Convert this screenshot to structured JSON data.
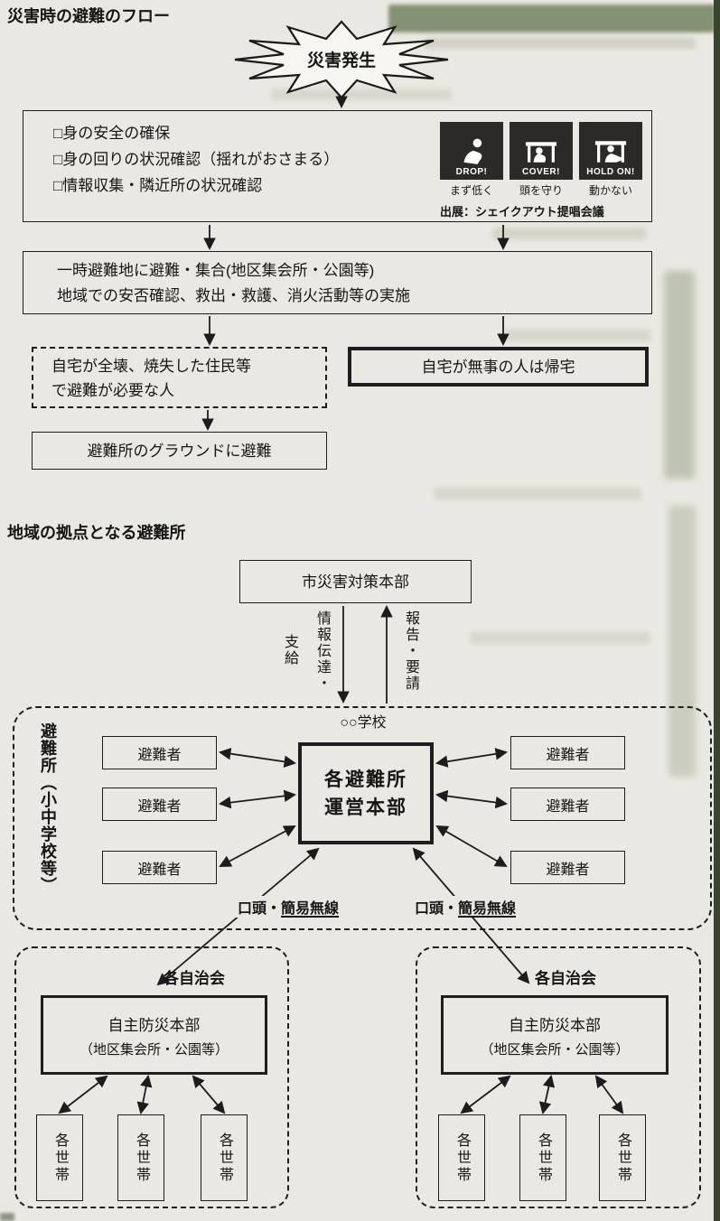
{
  "page": {
    "title_flow": "災害時の避難のフロー",
    "title_shelter": "地域の拠点となる避難所"
  },
  "flow": {
    "disaster": "災害発生",
    "checklist_items": [
      "□身の安全の確保",
      "□身の回りの状況確認（揺れがおさまる）",
      "□情報収集・隣近所の状況確認"
    ],
    "shakeout_icons": [
      {
        "label": "DROP!",
        "caption": "まず低く"
      },
      {
        "label": "COVER!",
        "caption": "頭を守り"
      },
      {
        "label": "HOLD ON!",
        "caption": "動かない"
      }
    ],
    "source": "出展：シェイクアウト提唱会議",
    "assembly_line1": "一時避難地に避難・集合(地区集会所・公園等)",
    "assembly_line2": "地域での安否確認、救出・救護、消火活動等の実施",
    "need_shelter_line1": "自宅が全壊、焼失した住民等",
    "need_shelter_line2": "で避難が必要な人",
    "go_home": "自宅が無事の人は帰宅",
    "to_ground": "避難所のグラウンドに避難"
  },
  "shelter": {
    "city_hq": "市災害対策本部",
    "info_label": "情報伝達・",
    "supply_label": "支給",
    "report_label": "報告・要請",
    "side_label": "避難所（小中学校等）",
    "school": "○○学校",
    "center_line1": "各避難所",
    "center_line2": "運営本部",
    "evacuee": "避難者",
    "comm_prefix": "口頭・",
    "comm_underlined": "簡易無線"
  },
  "community": {
    "association": "各自治会",
    "hq_line1": "自主防災本部",
    "hq_line2": "（地区集会所・公園等）",
    "household": "各世帯"
  }
}
